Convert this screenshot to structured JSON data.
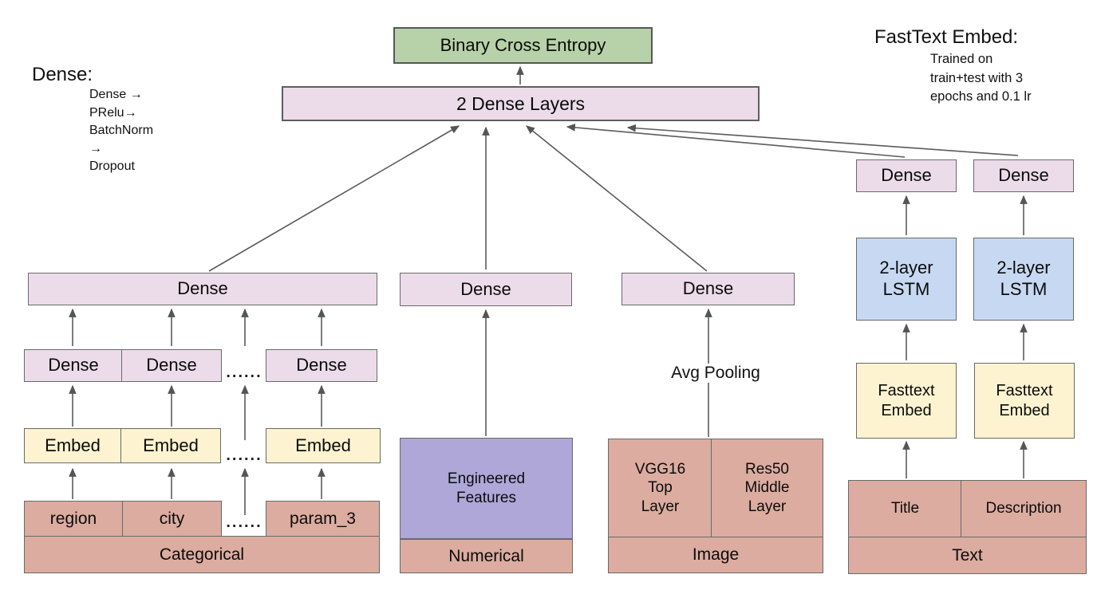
{
  "palette": {
    "loss_green": "#b7d2a8",
    "dense_pink": "#ecdcea",
    "embed_yellow": "#fdf3d0",
    "input_salmon": "#dcaca0",
    "features_purple": "#aea7d8",
    "lstm_blue": "#c7d9f2",
    "arrow_gray": "#5b5b5b"
  },
  "top": {
    "loss_label": "Binary Cross Entropy",
    "merge_label": "2 Dense Layers"
  },
  "annotations": {
    "dense_note": {
      "heading": "Dense:",
      "lines": [
        "Dense →",
        "PRelu→",
        "BatchNorm",
        "→",
        "Dropout"
      ]
    },
    "fasttext_note": {
      "heading": "FastText Embed:",
      "lines": [
        "Trained on",
        "train+test with 3",
        "epochs and 0.1 lr"
      ]
    }
  },
  "columns": {
    "categorical": {
      "dense_label": "Dense",
      "sub_dense_labels": [
        "Dense",
        "Dense",
        "Dense"
      ],
      "embed_labels": [
        "Embed",
        "Embed",
        "Embed"
      ],
      "input_labels": [
        "region",
        "city",
        "param_3"
      ],
      "dots": "......",
      "label": "Categorical"
    },
    "numerical": {
      "dense_label": "Dense",
      "features_label": "Engineered Features",
      "label": "Numerical"
    },
    "image": {
      "dense_label": "Dense",
      "pooling_label": "Avg Pooling",
      "backbone_labels": [
        "VGG16 Top Layer",
        "Res50 Middle Layer"
      ],
      "label": "Image"
    },
    "text": {
      "dense_labels": [
        "Dense",
        "Dense"
      ],
      "lstm_labels": [
        "2-layer LSTM",
        "2-layer LSTM"
      ],
      "embed_labels": [
        "Fasttext Embed",
        "Fasttext Embed"
      ],
      "input_labels": [
        "Title",
        "Description"
      ],
      "label": "Text"
    }
  }
}
